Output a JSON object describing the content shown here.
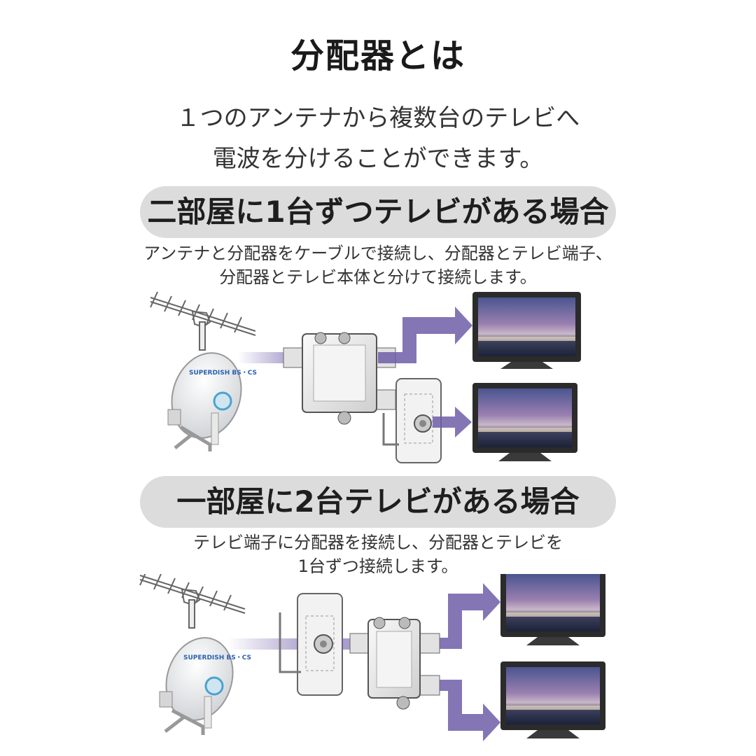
{
  "title": "分配器とは",
  "subtitle": {
    "line1": "１つのアンテナから複数台のテレビへ",
    "line2": "電波を分けることができます。"
  },
  "section1": {
    "heading": "二部屋に1台ずつテレビがある場合",
    "desc_line1": "アンテナと分配器をケーブルで接続し、分配器とテレビ端子、",
    "desc_line2": "分配器とテレビ本体と分けて接続します。"
  },
  "section2": {
    "heading": "一部屋に2台テレビがある場合",
    "desc_line1": "テレビ端子に分配器を接続し、分配器とテレビを",
    "desc_line2": "1台ずつ接続します。"
  },
  "dish_label": "SUPERDISH BS・CS",
  "colors": {
    "arrow": "#6f5ea8",
    "pill": "#dcdcdc",
    "tv_frame": "#2b2b2b"
  }
}
